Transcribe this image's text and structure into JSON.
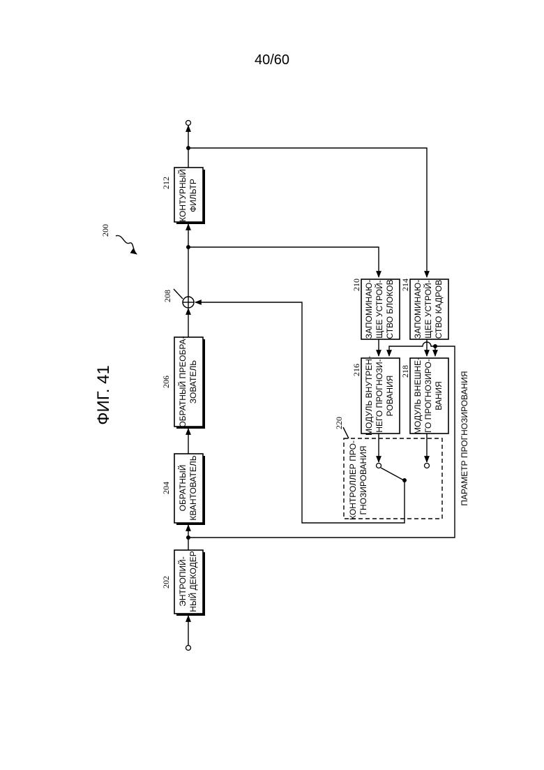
{
  "page_number": "40/60",
  "figure_title": "ФИГ. 41",
  "blocks": {
    "b202": {
      "ref": "202",
      "lines": [
        "ЭНТРОПИЙ-",
        "НЫЙ ДЕКОДЕР"
      ]
    },
    "b204": {
      "ref": "204",
      "lines": [
        "ОБРАТНЫЙ",
        "КВАНТОВАТЕЛЬ"
      ]
    },
    "b206": {
      "ref": "206",
      "lines": [
        "ОБРАТНЫЙ ПРЕОБРА-",
        "ЗОВАТЕЛЬ"
      ]
    },
    "b208": {
      "ref": "208"
    },
    "b212": {
      "ref": "212",
      "lines": [
        "КОНТУРНЫЙ",
        "ФИЛЬТР"
      ]
    },
    "b210": {
      "ref": "210",
      "lines": [
        "ЗАПОМИНАЮ-",
        "ЩЕЕ УСТРОЙ-",
        "СТВО БЛОКОВ"
      ]
    },
    "b214": {
      "ref": "214",
      "lines": [
        "ЗАПОМИНАЮ-",
        "ЩЕЕ УСТРОЙ-",
        "СТВО КАДРОВ"
      ]
    },
    "b216": {
      "ref": "216",
      "lines": [
        "МОДУЛЬ ВНУТРЕН-",
        "НЕГО ПРОГНОЗИ-",
        "РОВАНИЯ"
      ]
    },
    "b218": {
      "ref": "218",
      "lines": [
        "МОДУЛЬ ВНЕШНЕ-",
        "ГО ПРОГНОЗИРО-",
        "ВАНИЯ"
      ]
    },
    "b220": {
      "ref": "220",
      "lines": [
        "КОНТРОЛЛЕР ПРО-",
        "ГНОЗИРОВАНИЯ"
      ]
    }
  },
  "system_ref": "200",
  "prediction_parameter_label": "ПАРАМЕТР ПРОГНОЗИРОВАНИЯ"
}
